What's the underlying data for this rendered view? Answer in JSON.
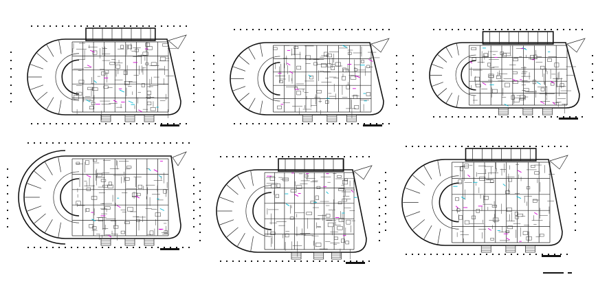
{
  "drawing": {
    "sheet_title": "",
    "plan_count": 6,
    "colors": {
      "line": "#111111",
      "accent_magenta": "#d400d4",
      "accent_cyan": "#00b8d4",
      "background": "#ffffff"
    },
    "plans": [
      {
        "id": "plan-1",
        "shape": "rounded-left-wing-with-top-annex"
      },
      {
        "id": "plan-2",
        "shape": "rounded-left-wing"
      },
      {
        "id": "plan-3",
        "shape": "rounded-left-wing-with-top-annex"
      },
      {
        "id": "plan-4",
        "shape": "large-arc-left-wing"
      },
      {
        "id": "plan-5",
        "shape": "rounded-left-wing-with-top-annex"
      },
      {
        "id": "plan-6",
        "shape": "rounded-left-wing-with-top-annex"
      }
    ]
  }
}
